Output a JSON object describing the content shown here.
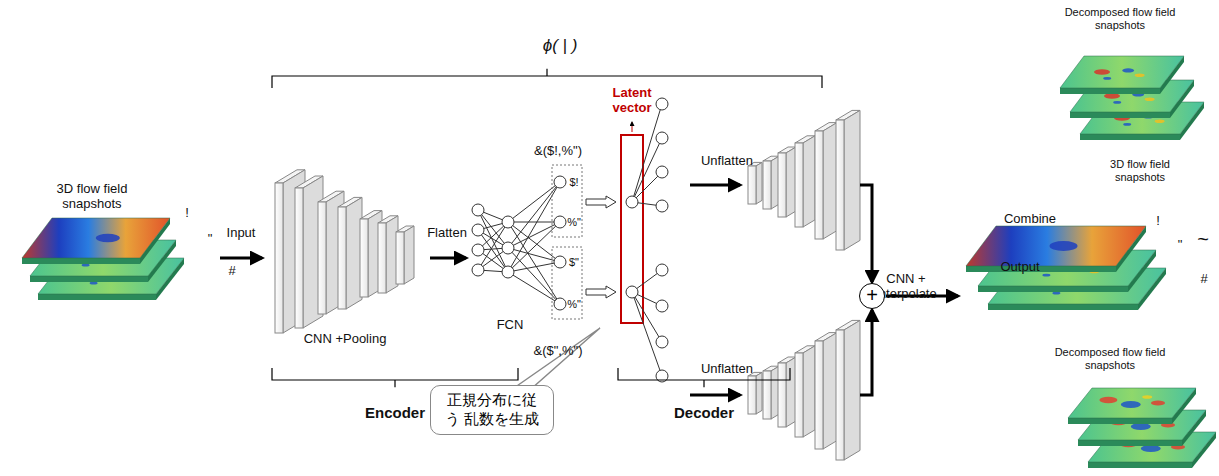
{
  "diagram": {
    "nodes": [
      {
        "text": [
          "正規分布に従う 乱数を生成"
        ]
      },
      {
        "text": [
          "+"
        ]
      }
    ],
    "labels": [
      "ϕ( | )",
      "3D flow field snapshots",
      "!",
      "\"",
      "#",
      "Input",
      "Flatten",
      "CNN +Pooling",
      "FCN",
      "Encoder",
      "$!",
      "%\"",
      "$\"",
      "%\"",
      "&($!,%\")",
      "&($\",%\")",
      "Latent vector",
      "Unflatten",
      "Unflatten",
      "CNN + Interpolate",
      "Decoder",
      "Decomposed flow field snapshots",
      "3D flow field snapshots",
      "Combine",
      "Output",
      "!",
      "\"",
      "#",
      "~",
      "Decomposed flow field snapshots"
    ]
  }
}
